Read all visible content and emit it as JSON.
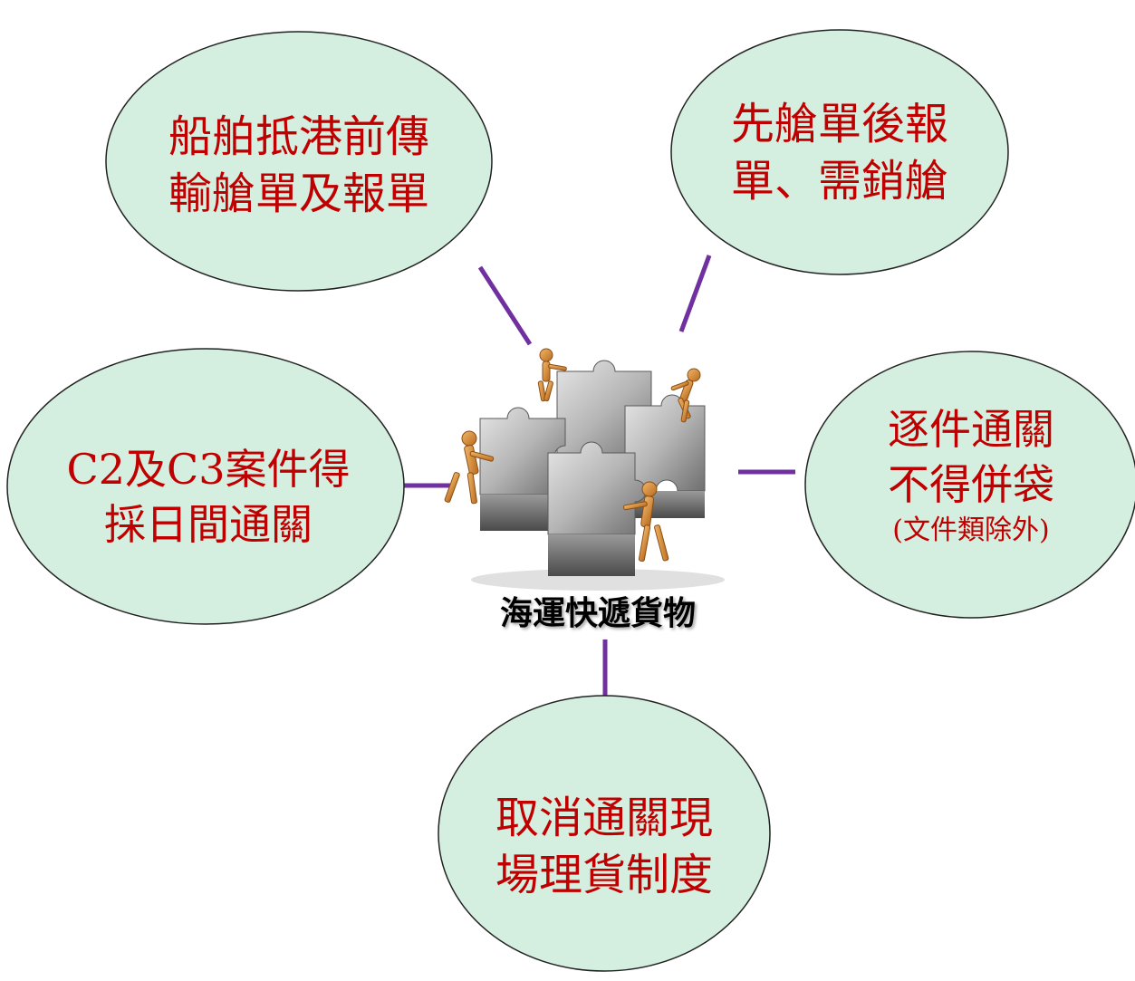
{
  "center": {
    "label": "海運快遞貨物"
  },
  "bubbles": [
    {
      "id": "top-left",
      "lines": [
        "船舶抵港前傳",
        "輸艙單及報單"
      ]
    },
    {
      "id": "top-right",
      "lines": [
        "先艙單後報",
        "單、需銷艙"
      ]
    },
    {
      "id": "mid-left",
      "lines": [
        "C2及C3案件得",
        "採日間通關"
      ]
    },
    {
      "id": "mid-right",
      "lines": [
        "逐件通關",
        "不得併袋",
        "(文件類除外)"
      ]
    },
    {
      "id": "bottom",
      "lines": [
        "取消通關現",
        "場理貨制度"
      ]
    }
  ],
  "colors": {
    "bubble_fill": "#d4efdf",
    "bubble_stroke": "#222222",
    "text_red": "#c00000",
    "connector": "#7030a0",
    "puzzle": "#a9a9a9",
    "figure": "#d8923a"
  }
}
